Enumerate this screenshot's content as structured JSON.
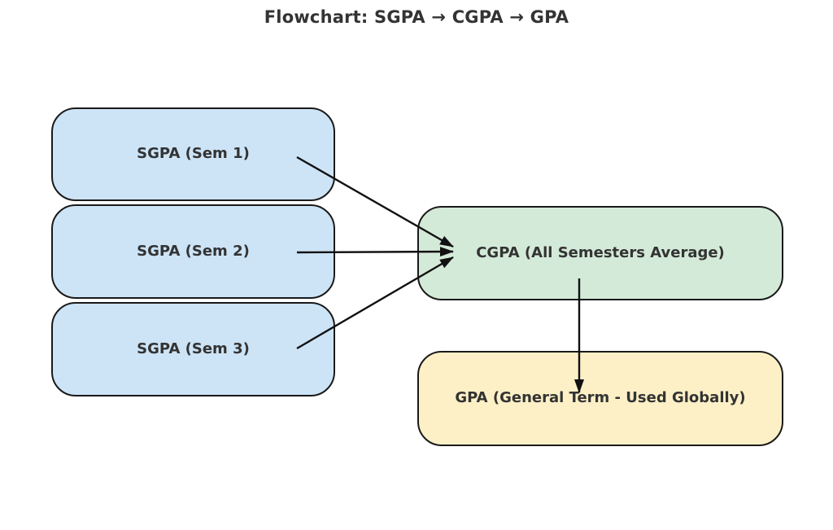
{
  "title": "Flowchart: SGPA → CGPA → GPA",
  "nodes": [
    {
      "id": "sgpa-sem1",
      "label": "SGPA (Sem 1)",
      "fill": "#cde4f7"
    },
    {
      "id": "sgpa-sem2",
      "label": "SGPA (Sem 2)",
      "fill": "#cde4f7"
    },
    {
      "id": "sgpa-sem3",
      "label": "SGPA (Sem 3)",
      "fill": "#cde4f7"
    },
    {
      "id": "cgpa",
      "label": "CGPA (All Semesters Average)",
      "fill": "#d4ead8"
    },
    {
      "id": "gpa",
      "label": "GPA (General Term - Used Globally)",
      "fill": "#fdf0c7"
    }
  ],
  "edges": [
    {
      "from": "sgpa-sem1",
      "to": "cgpa"
    },
    {
      "from": "sgpa-sem2",
      "to": "cgpa"
    },
    {
      "from": "sgpa-sem3",
      "to": "cgpa"
    },
    {
      "from": "cgpa",
      "to": "gpa"
    }
  ],
  "colors": {
    "background": "#ffffff",
    "node_border": "#1a1a1a",
    "text": "#333333",
    "arrow": "#111111"
  }
}
